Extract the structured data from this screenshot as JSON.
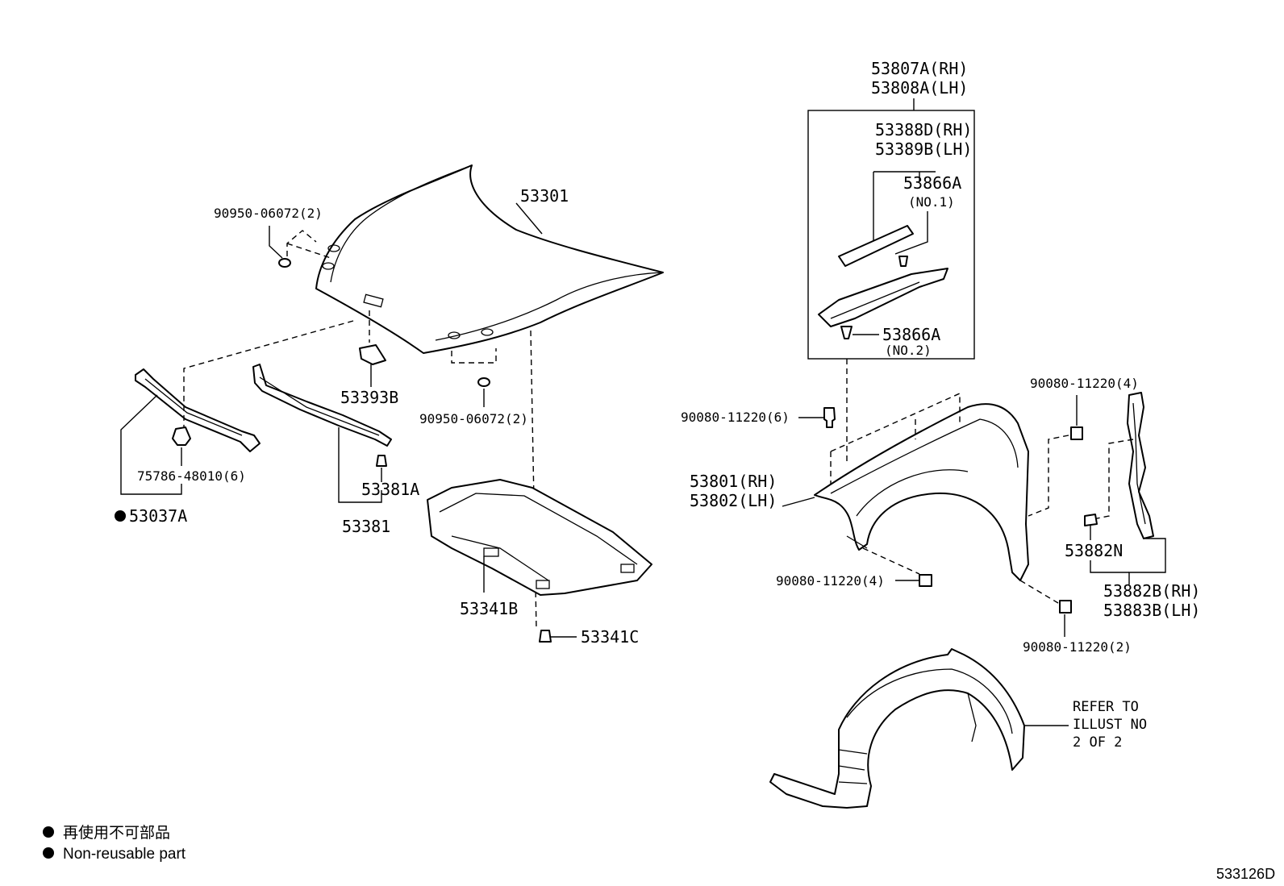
{
  "labels": {
    "p53301": "53301",
    "p90950_top": "90950-06072(2)",
    "p90950_mid": "90950-06072(2)",
    "p53393b": "53393B",
    "p75786": "75786-48010(6)",
    "p53037a": "53037A",
    "p53381a": "53381A",
    "p53381": "53381",
    "p53341b": "53341B",
    "p53341c": "53341C",
    "p53807a": "53807A(RH)",
    "p53808a": "53808A(LH)",
    "p53388d": "53388D(RH)",
    "p53389b": "53389B(LH)",
    "p53866a_1": "53866A",
    "p53866a_1_note": "(NO.1)",
    "p53866a_2": "53866A",
    "p53866a_2_note": "(NO.2)",
    "p90080_6": "90080-11220(6)",
    "p90080_4_top": "90080-11220(4)",
    "p53801": "53801(RH)",
    "p53802": "53802(LH)",
    "p53882n": "53882N",
    "p90080_4_low": "90080-11220(4)",
    "p53882b": "53882B(RH)",
    "p53883b": "53883B(LH)",
    "p90080_2": "90080-11220(2)",
    "refer_1": "REFER TO",
    "refer_2": "ILLUST NO",
    "refer_3": "2 OF 2"
  },
  "legend": {
    "line1": "再使用不可部品",
    "line2": "Non-reusable part"
  },
  "diagram_id": "533126D"
}
